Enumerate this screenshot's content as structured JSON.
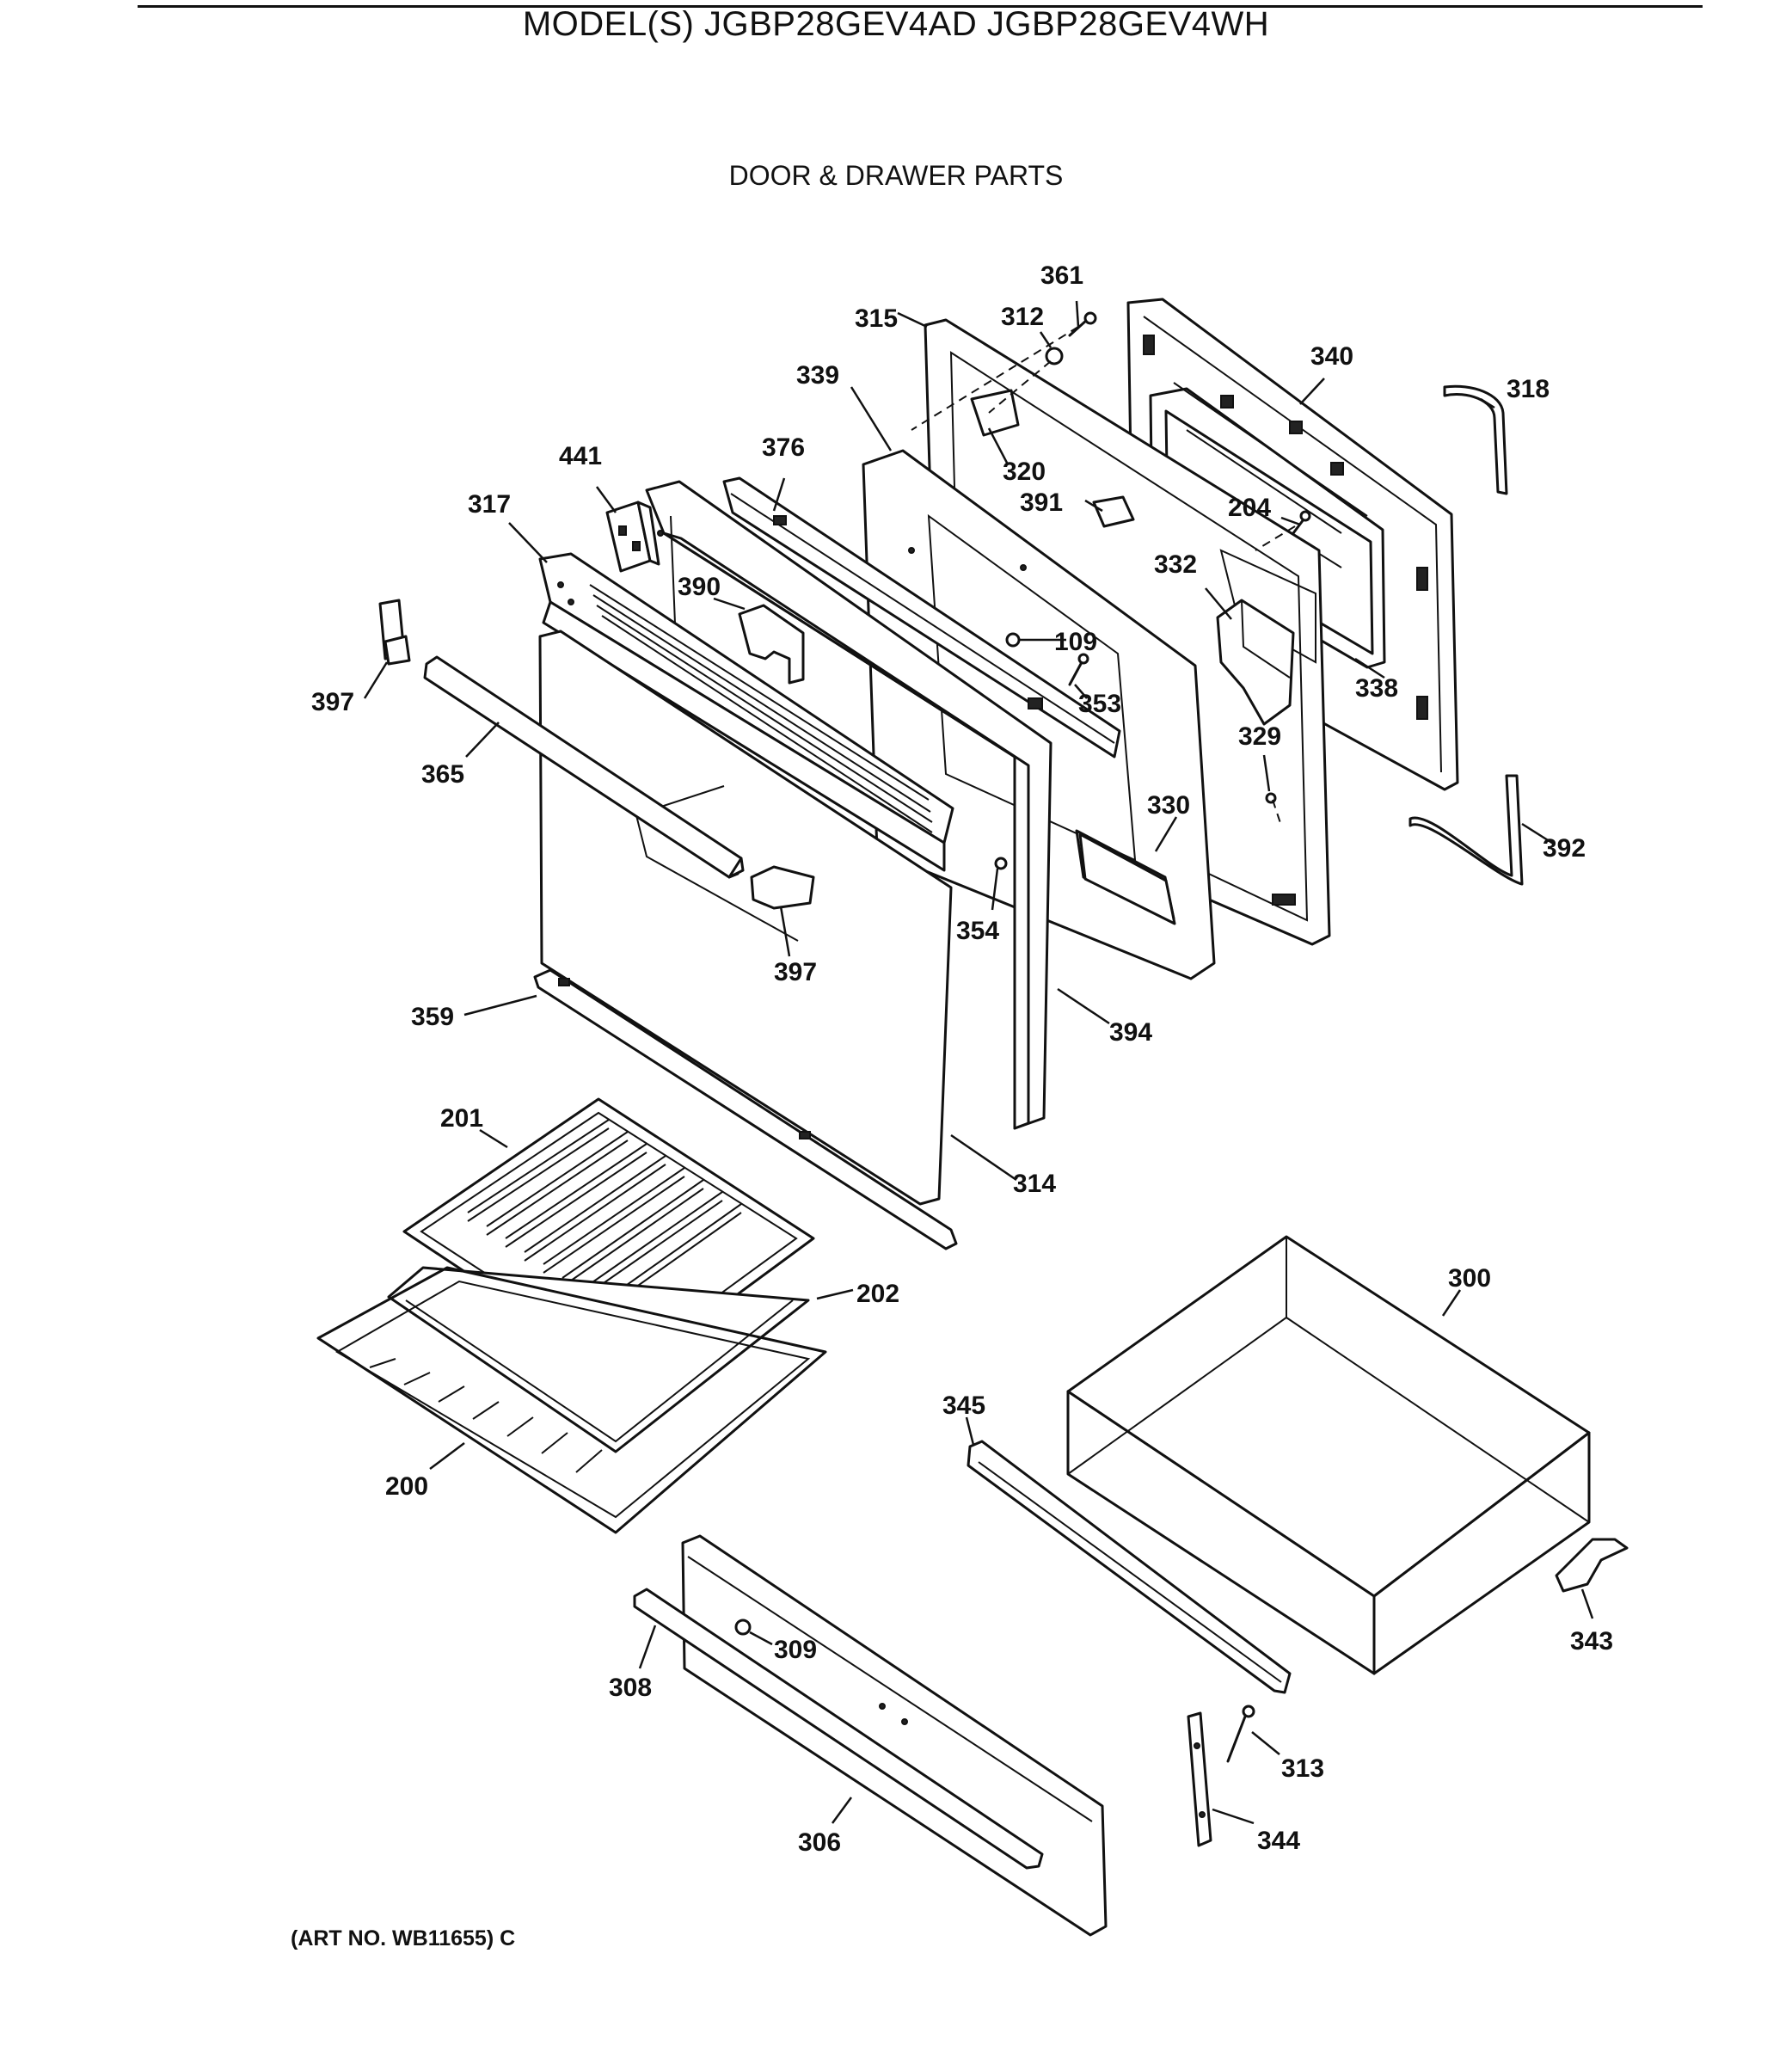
{
  "header": {
    "model_title": "MODEL(S) JGBP28GEV4AD  JGBP28GEV4WH",
    "section_title": "DOOR & DRAWER PARTS"
  },
  "footer": {
    "art_number": "(ART NO. WB11655) C"
  },
  "callouts": [
    {
      "id": "361",
      "label": "361"
    },
    {
      "id": "315",
      "label": "315"
    },
    {
      "id": "312",
      "label": "312"
    },
    {
      "id": "340",
      "label": "340"
    },
    {
      "id": "318",
      "label": "318"
    },
    {
      "id": "339",
      "label": "339"
    },
    {
      "id": "320",
      "label": "320"
    },
    {
      "id": "441",
      "label": "441"
    },
    {
      "id": "376",
      "label": "376"
    },
    {
      "id": "391",
      "label": "391"
    },
    {
      "id": "204",
      "label": "204"
    },
    {
      "id": "317",
      "label": "317"
    },
    {
      "id": "332",
      "label": "332"
    },
    {
      "id": "390",
      "label": "390"
    },
    {
      "id": "109",
      "label": "109"
    },
    {
      "id": "338",
      "label": "338"
    },
    {
      "id": "397a",
      "label": "397"
    },
    {
      "id": "353",
      "label": "353"
    },
    {
      "id": "329",
      "label": "329"
    },
    {
      "id": "365",
      "label": "365"
    },
    {
      "id": "330",
      "label": "330"
    },
    {
      "id": "392",
      "label": "392"
    },
    {
      "id": "354",
      "label": "354"
    },
    {
      "id": "397b",
      "label": "397"
    },
    {
      "id": "359",
      "label": "359"
    },
    {
      "id": "394",
      "label": "394"
    },
    {
      "id": "201",
      "label": "201"
    },
    {
      "id": "314",
      "label": "314"
    },
    {
      "id": "300",
      "label": "300"
    },
    {
      "id": "202",
      "label": "202"
    },
    {
      "id": "345",
      "label": "345"
    },
    {
      "id": "200",
      "label": "200"
    },
    {
      "id": "343",
      "label": "343"
    },
    {
      "id": "309",
      "label": "309"
    },
    {
      "id": "308",
      "label": "308"
    },
    {
      "id": "313",
      "label": "313"
    },
    {
      "id": "344",
      "label": "344"
    },
    {
      "id": "306",
      "label": "306"
    }
  ]
}
